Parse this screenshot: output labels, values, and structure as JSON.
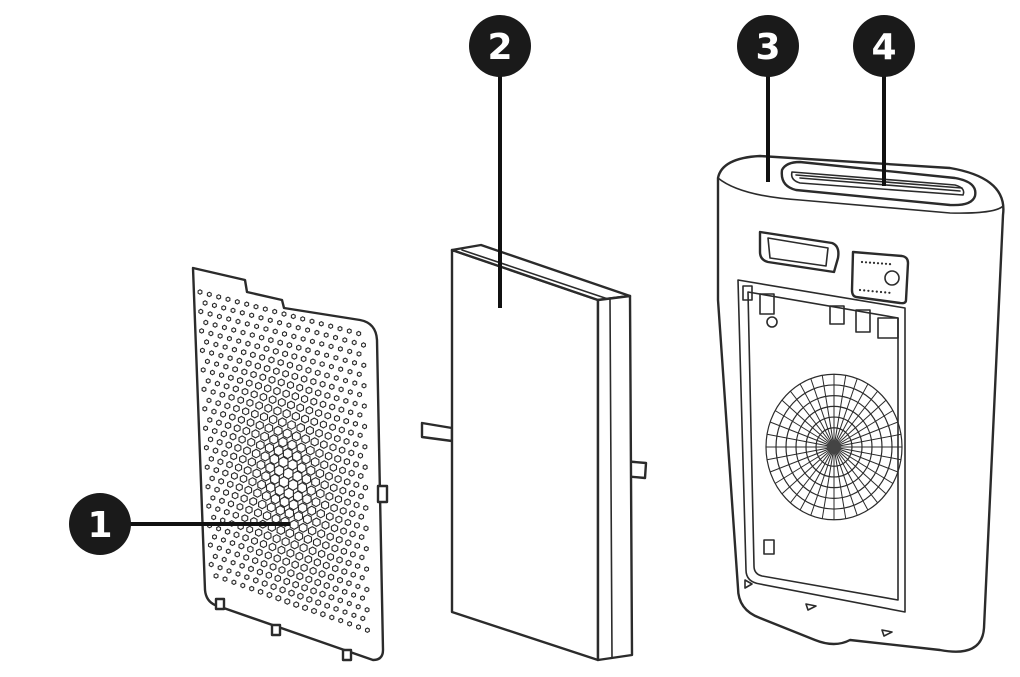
{
  "callouts": [
    {
      "id": "1",
      "label": "1"
    },
    {
      "id": "2",
      "label": "2"
    },
    {
      "id": "3",
      "label": "3"
    },
    {
      "id": "4",
      "label": "4"
    }
  ],
  "colors": {
    "line": "#2b2b2b",
    "badge": "#1a1a1a",
    "background": "#ffffff"
  }
}
